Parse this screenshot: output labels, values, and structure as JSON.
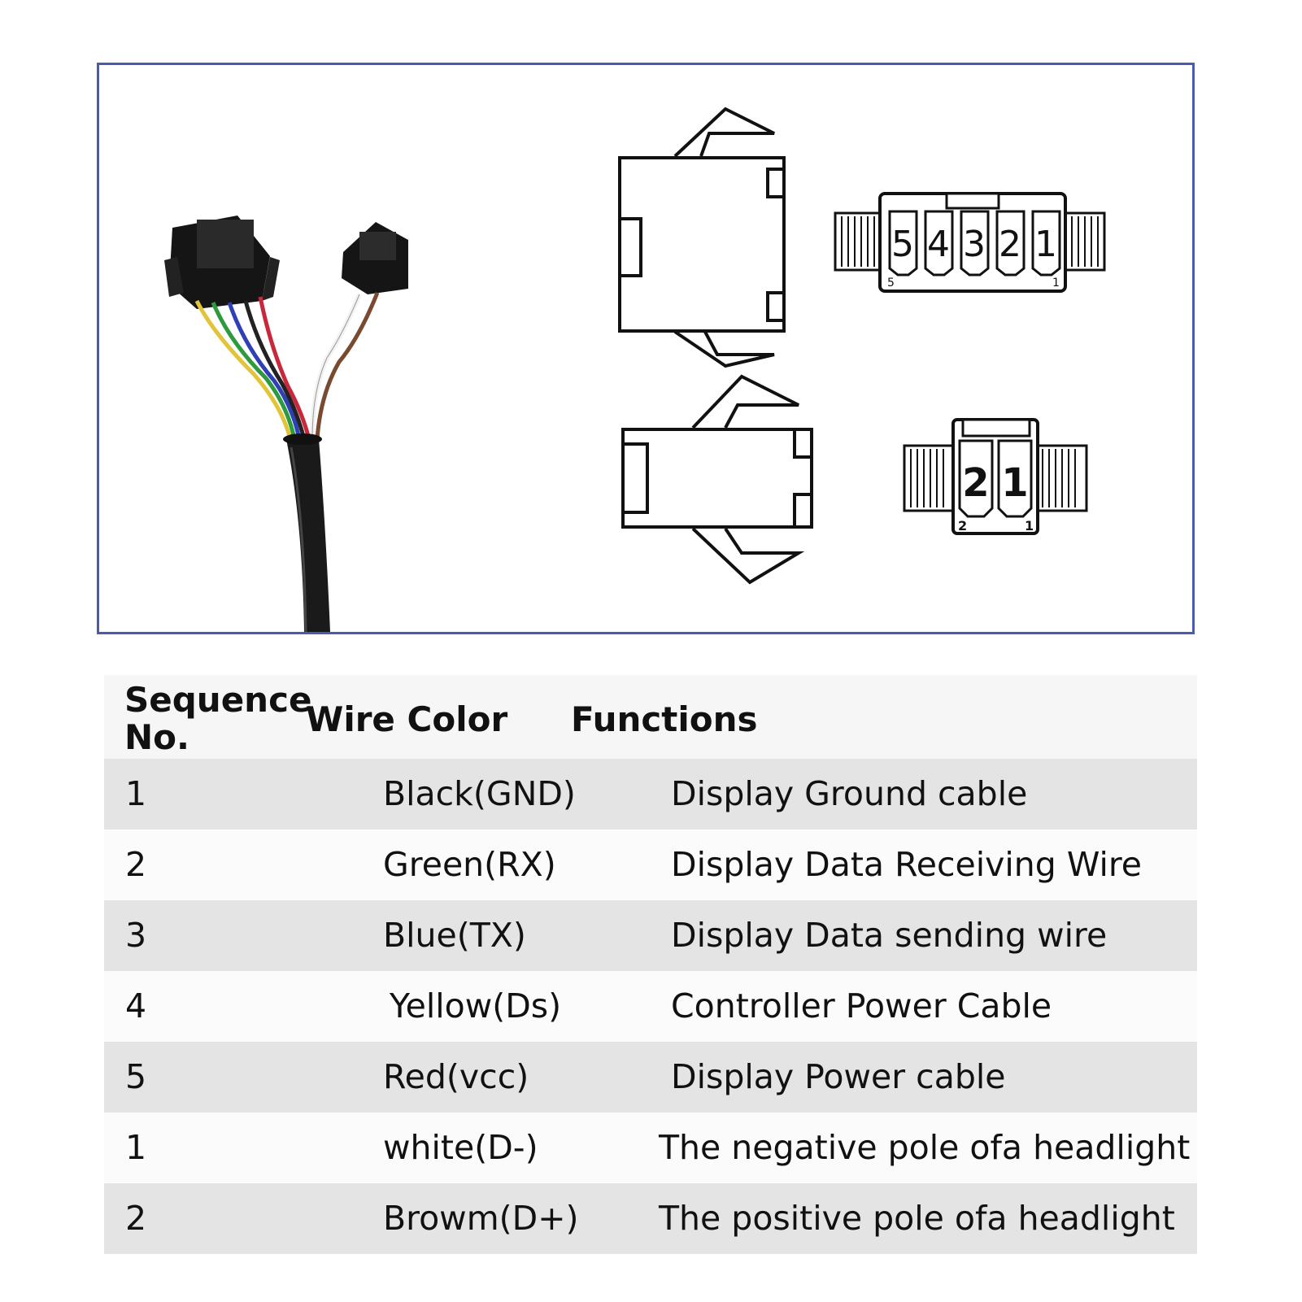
{
  "diagram": {
    "pin_labels_5": [
      "5",
      "4",
      "3",
      "2",
      "1"
    ],
    "pin_index_5": {
      "left": "5",
      "right": "1"
    },
    "pin_labels_2": [
      "2",
      "1"
    ],
    "pin_index_2": {
      "left": "2",
      "right": "1"
    }
  },
  "table": {
    "headers": {
      "sequence_line1": "Sequence",
      "sequence_line2": "No.",
      "wire_color": "Wire Color",
      "functions": "Functions"
    },
    "rows": [
      {
        "seq": "1",
        "color": "Black(GND)",
        "function": "Display Ground cable"
      },
      {
        "seq": "2",
        "color": "Green(RX)",
        "function": "Display Data Receiving Wire"
      },
      {
        "seq": "3",
        "color": "Blue(TX)",
        "function": "Display Data sending wire"
      },
      {
        "seq": "4",
        "color": "Yellow(Ds)",
        "function": "Controller Power Cable"
      },
      {
        "seq": "5",
        "color": "Red(vcc)",
        "function": "Display Power cable"
      },
      {
        "seq": "1",
        "color": "white(D-)",
        "function": "The negative pole ofa headlight"
      },
      {
        "seq": "2",
        "color": "Browm(D+)",
        "function": "The positive pole ofa headlight"
      }
    ]
  },
  "colors": {
    "frame_border": "#4a5bb0",
    "row_grey": "#e4e4e4",
    "row_white": "#fbfbfb"
  }
}
